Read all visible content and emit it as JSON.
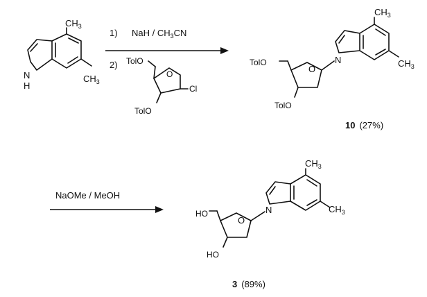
{
  "reaction1": {
    "step1_number": "1)",
    "step1_reagent": "NaH / CH",
    "step1_sub": "3",
    "step1_tail": "CN",
    "step2_number": "2)",
    "step2_toloh_top": "TolO",
    "step2_toloh_bottom": "TolO",
    "step2_cl": "Cl"
  },
  "start_material": {
    "me_top": "CH",
    "me_top_sub": "3",
    "me_right": "CH",
    "me_right_sub": "3",
    "nh": "H",
    "n": "N"
  },
  "product10": {
    "tolo_top": "TolO",
    "tolo_bottom": "TolO",
    "ring_o": "O",
    "n": "N",
    "me_top": "CH",
    "me_top_sub": "3",
    "me_right": "CH",
    "me_right_sub": "3",
    "compound_number": "10",
    "yield": "(27%)"
  },
  "reaction2": {
    "reagent": "NaOMe / MeOH"
  },
  "product3": {
    "ho_top": "HO",
    "ho_bottom": "HO",
    "ring_o": "O",
    "n": "N",
    "me_top": "CH",
    "me_top_sub": "3",
    "me_right": "CH",
    "me_right_sub": "3",
    "compound_number": "3",
    "yield": "(89%)"
  }
}
